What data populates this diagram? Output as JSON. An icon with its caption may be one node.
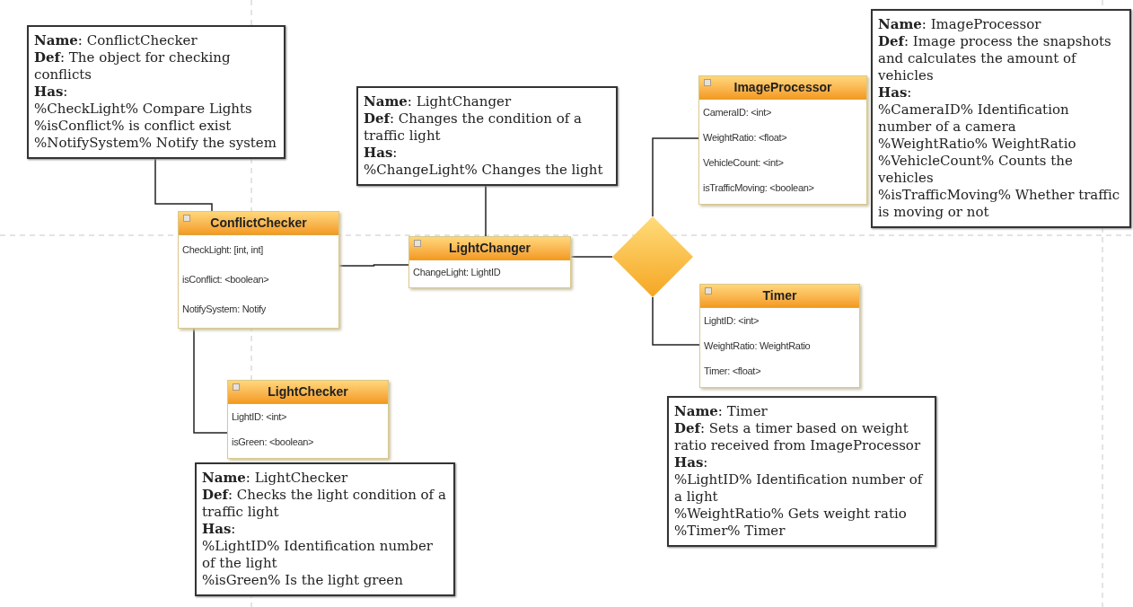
{
  "diagram": {
    "nodes": [
      {
        "text": [
          "**Name**: ConflictChecker",
          "**Def**: The object for checking conflicts",
          "**Has**:",
          "%CheckLight% Compare Lights",
          "%isConflict% is conflict exist",
          "%NotifySystem% Notify the system"
        ]
      },
      {
        "text": [
          "**Name**: ImageProcessor",
          "**Def**: Image process the snapshots and calculates the amount of vehicles",
          "**Has**:",
          "%CameraID% Identification number of a camera",
          "%WeightRatio% WeightRatio",
          "%VehicleCount% Counts the vehicles",
          "%isTrafficMoving% Whether traffic is moving or not"
        ]
      },
      {
        "text": [
          "**Name**: LightChanger",
          "**Def**: Changes the condition of a traffic light",
          "**Has**:",
          "%ChangeLight% Changes the light"
        ]
      },
      {
        "text": [
          "ImageProcessor",
          "CameraID: <int>",
          "WeightRatio: <float>",
          "VehicleCount: <int>",
          "isTrafficMoving: <boolean>"
        ]
      },
      {
        "text": [
          "ConflictChecker",
          "CheckLight: [int, int]",
          "isConflict: <boolean>",
          "NotifySystem: Notify"
        ]
      },
      {
        "text": [
          "LightChanger",
          "ChangeLight: LightID"
        ]
      },
      {
        "text": [],
        "shape": "diamond"
      },
      {
        "text": [
          "Timer",
          "LightID: <int>",
          "WeightRatio: WeightRatio",
          "Timer: <float>"
        ]
      },
      {
        "text": [
          "LightChecker",
          "LightID: <int>",
          "isGreen: <boolean>"
        ]
      },
      {
        "text": [
          "**Name**: LightChecker",
          "**Def**: Checks the light condition of a traffic light",
          "**Has**:",
          "%LightID% Identification number of the light",
          "%isGreen% Is the light green"
        ]
      },
      {
        "text": [
          "**Name**: Timer",
          "**Def**: Sets a timer based on weight ratio received from ImageProcessor",
          "**Has**:",
          "%LightID% Identification number of a light",
          "%WeightRatio% Gets weight ratio",
          "%Timer% Timer"
        ]
      }
    ],
    "edges": [
      {
        "from": 0,
        "to": 4,
        "arrow": "none"
      },
      {
        "from": 2,
        "to": 5,
        "arrow": "none"
      },
      {
        "from": 4,
        "to": 5,
        "arrow": "none"
      },
      {
        "from": 5,
        "to": 6,
        "arrow": "none"
      },
      {
        "from": 6,
        "to": 3,
        "arrow": "none"
      },
      {
        "from": 6,
        "to": 7,
        "arrow": "none"
      },
      {
        "from": 4,
        "to": 8,
        "arrow": "none"
      }
    ]
  }
}
